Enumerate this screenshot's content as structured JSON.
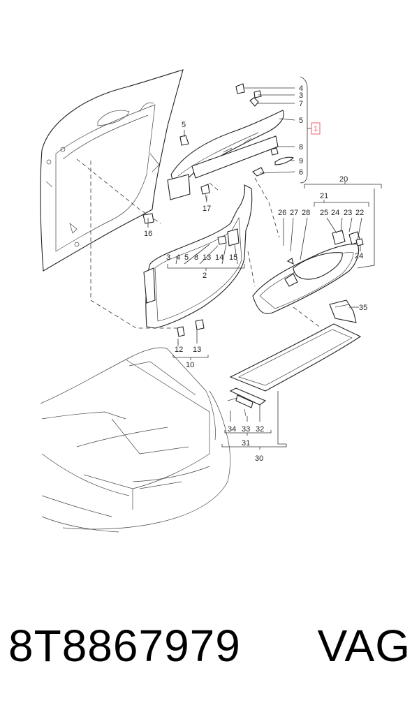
{
  "diagram": {
    "callouts": {
      "c1": "1",
      "c2": "2",
      "c3": "3",
      "c4": "4",
      "c5a": "5",
      "c5b": "5",
      "c6": "6",
      "c7": "7",
      "c8": "8",
      "c9": "9",
      "c10": "10",
      "c12": "12",
      "c13": "13",
      "c14": "14",
      "c15": "15",
      "c16": "16",
      "c17": "17",
      "c20": "20",
      "c21": "21",
      "c22": "22",
      "c23": "23",
      "c24a": "24",
      "c24b": "24",
      "c25": "25",
      "c26": "26",
      "c27": "27",
      "c28": "28",
      "c30": "30",
      "c31": "31",
      "c32": "32",
      "c33": "33",
      "c34": "34",
      "c35": "35"
    },
    "group2": {
      "r3": "3",
      "r4": "4",
      "r5": "5",
      "r8": "8",
      "r13": "13",
      "r14": "14",
      "r15": "15"
    },
    "group10": {
      "r12": "12",
      "r13": "13"
    },
    "accent": "#e8626b"
  },
  "caption": {
    "part_number": "8T8867979",
    "brand": "VAG"
  }
}
